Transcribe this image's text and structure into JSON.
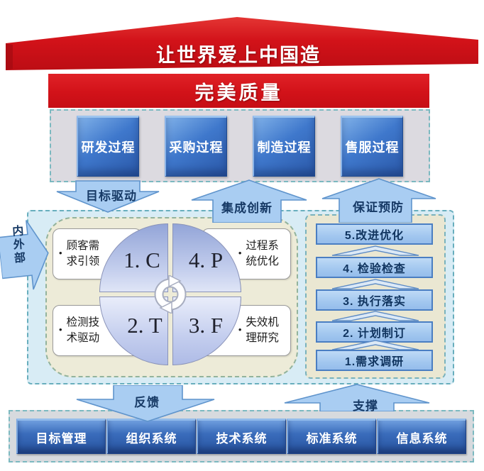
{
  "roof": {
    "title": "让世界爱上中国造"
  },
  "banner": {
    "title": "完美质量"
  },
  "process_bar": {
    "items": [
      "研发过程",
      "采购过程",
      "制造过程",
      "售服过程"
    ]
  },
  "arrows": {
    "goal": "目标驱动",
    "integration": "集成创新",
    "assurance": "保证预防",
    "feedback": "反馈",
    "support": "支撑",
    "inner_outer": "内外部"
  },
  "ctpf": {
    "bullet": "•",
    "quadrants": [
      {
        "code": "1. C",
        "note": "顾客需求引领"
      },
      {
        "code": "4. P",
        "note": "过程系统优化"
      },
      {
        "code": "2. T",
        "note": "检测技术驱动"
      },
      {
        "code": "3. F",
        "note": "失效机理研究"
      }
    ],
    "center_icon": "cycle-arrows-icon"
  },
  "steps": [
    "5.改进优化",
    "4. 检验检查",
    "3. 执行落实",
    "2. 计划制订",
    "1.需求调研"
  ],
  "systems": [
    "目标管理",
    "组织系统",
    "技术系统",
    "标准系统",
    "信息系统"
  ],
  "colors": {
    "brand_red": "#d21219",
    "process_blue": "#3f78cc",
    "system_navy": "#27539f",
    "light_arrow_blue": "#a9cdf2",
    "arrow_border_blue": "#5f94cc",
    "panel_blue_bg": "#d8ecf5",
    "cream_bg": "#edebd8",
    "step_fill_blue": "#a2c7ef",
    "dashed_teal": "#68aebd",
    "label_navy": "#173a66"
  }
}
